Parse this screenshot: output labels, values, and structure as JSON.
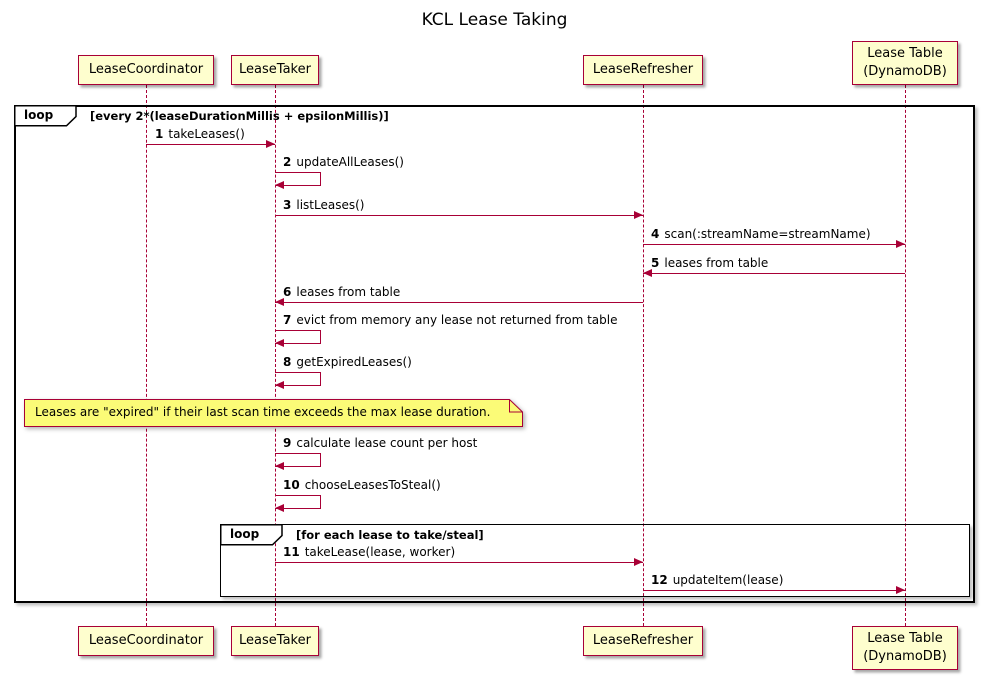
{
  "title": "KCL Lease Taking",
  "participants": [
    {
      "name": "LeaseCoordinator"
    },
    {
      "name": "LeaseTaker"
    },
    {
      "name": "LeaseRefresher"
    },
    {
      "name": "Lease Table\n(DynamoDB)"
    }
  ],
  "loops": {
    "outer": {
      "keyword": "loop",
      "condition": "[every 2*(leaseDurationMillis + epsilonMillis)]"
    },
    "inner": {
      "keyword": "loop",
      "condition": "[for each lease to take/steal]"
    }
  },
  "note": {
    "text": "Leases are \"expired\" if their last scan time exceeds the max lease duration."
  },
  "messages": [
    {
      "num": "1",
      "label": "takeLeases()"
    },
    {
      "num": "2",
      "label": "updateAllLeases()"
    },
    {
      "num": "3",
      "label": "listLeases()"
    },
    {
      "num": "4",
      "label": "scan(:streamName=streamName)"
    },
    {
      "num": "5",
      "label": "leases from table"
    },
    {
      "num": "6",
      "label": "leases from table"
    },
    {
      "num": "7",
      "label": "evict from memory any lease not returned from table"
    },
    {
      "num": "8",
      "label": "getExpiredLeases()"
    },
    {
      "num": "9",
      "label": "calculate lease count per host"
    },
    {
      "num": "10",
      "label": "chooseLeasesToSteal()"
    },
    {
      "num": "11",
      "label": "takeLease(lease, worker)"
    },
    {
      "num": "12",
      "label": "updateItem(lease)"
    }
  ],
  "colors": {
    "accent_border": "#A80036",
    "participant_fill": "#FEFECE",
    "note_fill": "#FBFB77",
    "frame_border": "#000000",
    "background": "#FFFFFF"
  }
}
